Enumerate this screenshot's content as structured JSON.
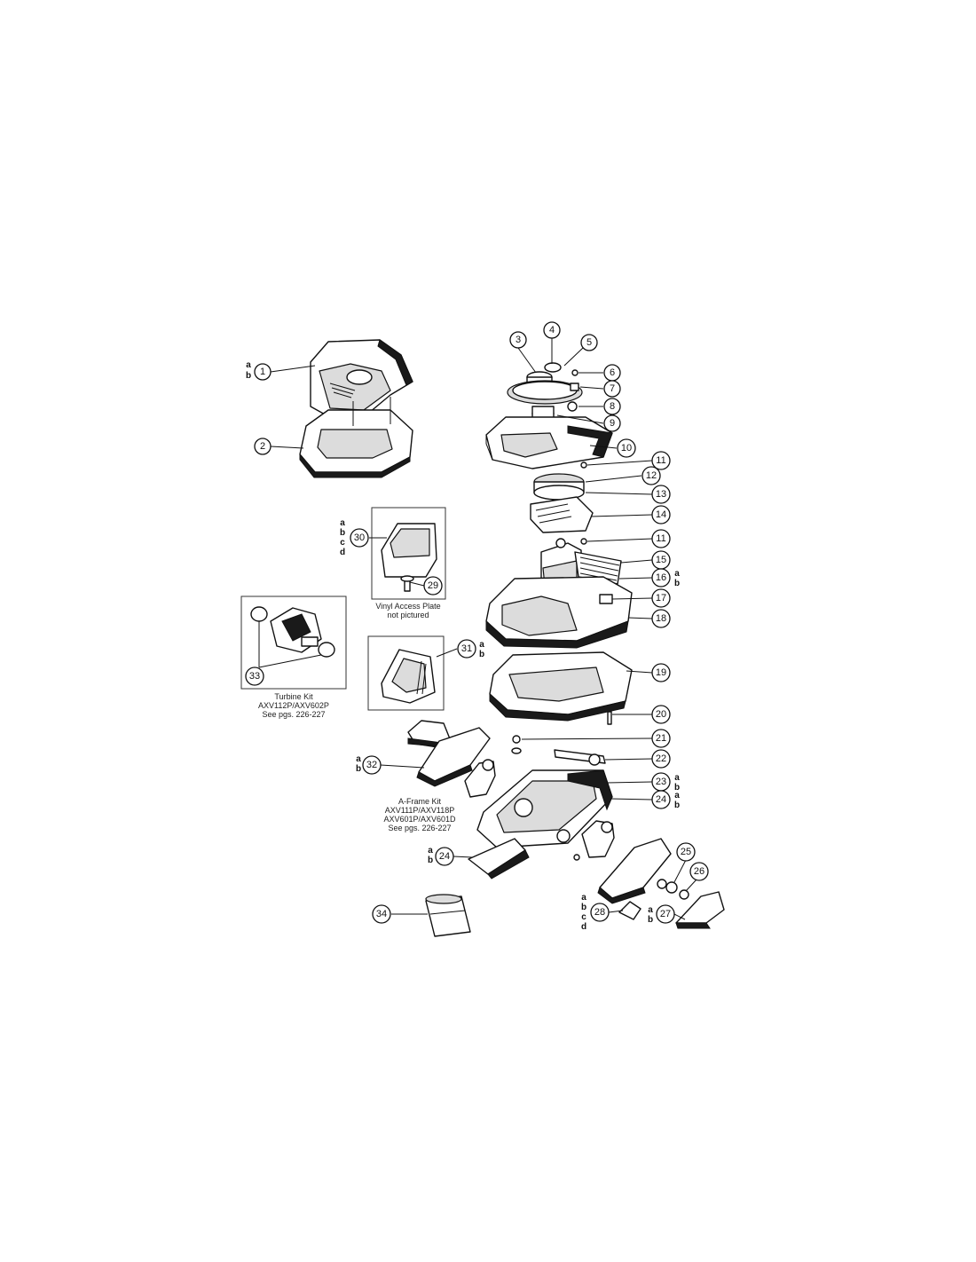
{
  "callouts": {
    "c1": {
      "num": "1"
    },
    "c2": {
      "num": "2"
    },
    "c3": {
      "num": "3"
    },
    "c4": {
      "num": "4"
    },
    "c5": {
      "num": "5"
    },
    "c6": {
      "num": "6"
    },
    "c7": {
      "num": "7"
    },
    "c8": {
      "num": "8"
    },
    "c9": {
      "num": "9"
    },
    "c10": {
      "num": "10"
    },
    "c11a": {
      "num": "11"
    },
    "c12": {
      "num": "12"
    },
    "c13": {
      "num": "13"
    },
    "c14": {
      "num": "14"
    },
    "c11b": {
      "num": "11"
    },
    "c15": {
      "num": "15"
    },
    "c16": {
      "num": "16"
    },
    "c17": {
      "num": "17"
    },
    "c18": {
      "num": "18"
    },
    "c19": {
      "num": "19"
    },
    "c20": {
      "num": "20"
    },
    "c21": {
      "num": "21"
    },
    "c22": {
      "num": "22"
    },
    "c23": {
      "num": "23"
    },
    "c24a": {
      "num": "24"
    },
    "c24b": {
      "num": "24"
    },
    "c25": {
      "num": "25"
    },
    "c26": {
      "num": "26"
    },
    "c27": {
      "num": "27"
    },
    "c28": {
      "num": "28"
    },
    "c29": {
      "num": "29"
    },
    "c30": {
      "num": "30"
    },
    "c31": {
      "num": "31"
    },
    "c32": {
      "num": "32"
    },
    "c33": {
      "num": "33"
    },
    "c34": {
      "num": "34"
    }
  },
  "variants": {
    "v1": [
      "a",
      "b"
    ],
    "v16": [
      "a",
      "b"
    ],
    "v23": [
      "a",
      "b"
    ],
    "v24a": [
      "a",
      "b"
    ],
    "v24b": [
      "a",
      "b"
    ],
    "v27": [
      "a",
      "b"
    ],
    "v28": [
      "a",
      "b",
      "c",
      "d"
    ],
    "v30": [
      "a",
      "b",
      "c",
      "d"
    ],
    "v31": [
      "a",
      "b"
    ],
    "v32": [
      "a",
      "b"
    ]
  },
  "captions": {
    "vinyl": [
      "Vinyl Access Plate",
      "not pictured"
    ],
    "turbine": [
      "Turbine Kit",
      "AXV112P/AXV602P",
      "See pgs. 226-227"
    ],
    "aframe": [
      "A-Frame Kit",
      "AXV111P/AXV118P",
      "AXV601P/AXV601D",
      "See pgs. 226-227"
    ]
  }
}
